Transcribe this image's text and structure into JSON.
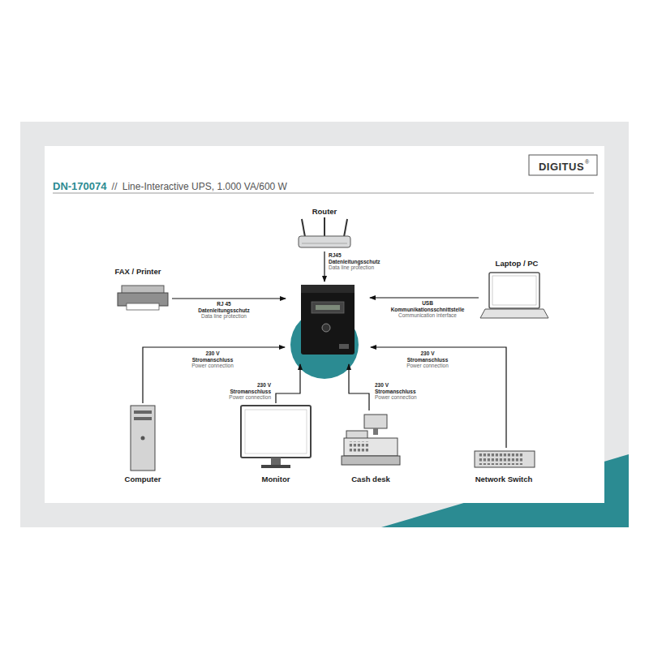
{
  "diagram": {
    "title": "Line-Interactive UPS, 1.000 VA/600 W",
    "nodes": [
      {
        "text": [
          "Router"
        ]
      },
      {
        "text": [
          "FAX / Printer"
        ]
      },
      {
        "text": [
          "Laptop / PC"
        ]
      },
      {
        "text": [
          "Computer"
        ]
      },
      {
        "text": [
          "Monitor"
        ]
      },
      {
        "text": [
          "Cash desk"
        ]
      },
      {
        "text": [
          "Network Switch"
        ]
      }
    ],
    "labels": [
      "DIGITUS",
      "®",
      "DN-170074",
      "//",
      "RJ45",
      "Datenleitungsschutz",
      "Data line protection",
      "RJ 45",
      "Datenleitungsschutz",
      "Data line protection",
      "USB",
      "Kommunikationsschnittstelle",
      "Communication interface",
      "230 V",
      "Stromanschluss",
      "Power connection",
      "230 V",
      "Stromanschluss",
      "Power connection",
      "230 V",
      "Stromanschluss",
      "Power connection",
      "230 V",
      "Stromanschluss",
      "Power connection"
    ]
  }
}
